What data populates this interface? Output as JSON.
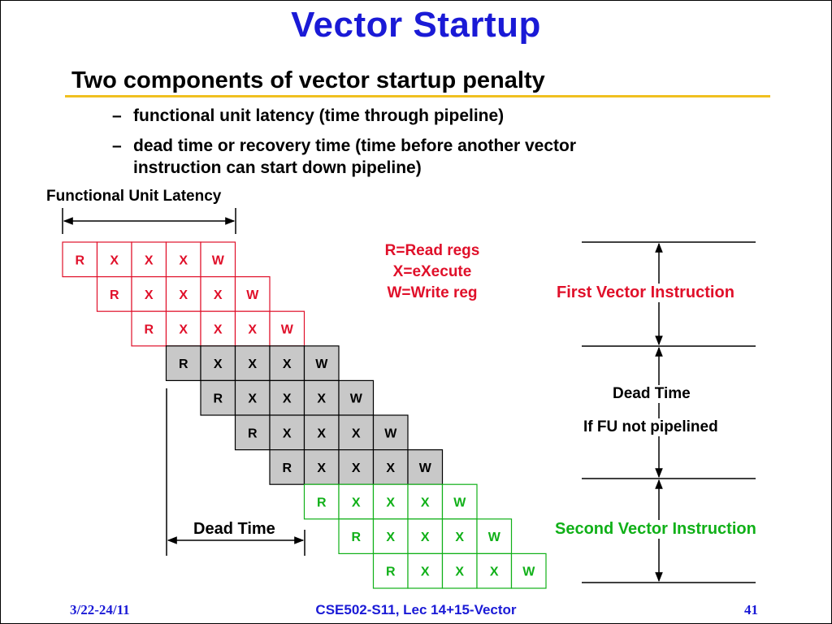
{
  "slide": {
    "title": "Vector Startup",
    "subtitle": "Two components of vector startup penalty",
    "bullets": [
      {
        "dash": "–",
        "line1": "functional unit latency (time through pipeline)"
      },
      {
        "dash": "–",
        "line1": "dead time or recovery time (time before another vector",
        "line2": "instruction can start down pipeline)"
      }
    ]
  },
  "diagram": {
    "fu_latency_label": "Functional Unit Latency",
    "dead_time_bottom_label": "Dead Time",
    "legend": [
      "R=Read regs",
      "X=eXecute",
      "W=Write reg"
    ],
    "first_vector_label": "First Vector Instruction",
    "dead_time_label": "Dead Time",
    "fu_not_pipelined_label": "If FU not pipelined",
    "second_vector_label": "Second Vector Instruction",
    "stages": [
      "R",
      "X",
      "X",
      "X",
      "W"
    ],
    "row_groups": [
      "first",
      "first",
      "first",
      "dead",
      "dead",
      "dead",
      "dead",
      "second",
      "second",
      "second"
    ],
    "colors": {
      "first": "#e0102a",
      "dead": "#000000",
      "dead_fill": "#c8c8c8",
      "second": "#10b018",
      "title": "#1a1ad6",
      "rule": "#f0c020"
    }
  },
  "footer": {
    "date": "3/22-24/11",
    "course": "CSE502-S11, Lec 14+15-Vector",
    "page": "41"
  }
}
